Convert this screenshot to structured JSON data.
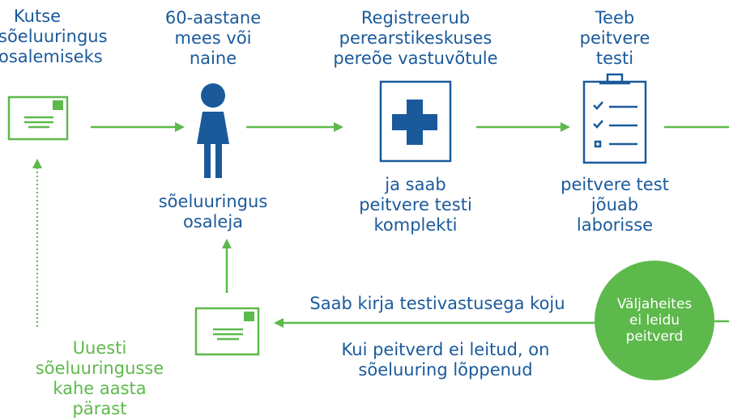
{
  "steps": {
    "invite_label": [
      "Kutse",
      "sõeluuringus",
      "osalemiseks"
    ],
    "participant_top": [
      "60-aastane",
      "mees või",
      "naine"
    ],
    "participant_bottom": [
      "sõeluuringus",
      "osaleja"
    ],
    "register_top": [
      "Registreerub",
      "perearstikeskuses",
      "pereõe vastuvõtule"
    ],
    "register_bottom": [
      "ja saab",
      "peitvere testi",
      "komplekti"
    ],
    "test_top": [
      "Teeb",
      "peitvere",
      "testi"
    ],
    "test_bottom": [
      "peitvere test",
      "jõuab",
      "laborisse"
    ],
    "result_label": "Saab kirja testivastusega koju",
    "result_note": [
      "Kui peitverd ei leitud, on",
      "sõeluuring lõppenud"
    ],
    "circle": [
      "Väljaheites",
      "ei leidu",
      "peitverd"
    ],
    "repeat_label": [
      "Uuesti",
      "sõeluuringusse",
      "kahe aasta",
      "pärast"
    ]
  },
  "colors": {
    "green": "#5db94b",
    "blue": "#1a5a9b",
    "circle": "#5db94b",
    "dotted_start": "#5db94b",
    "dotted_end": "#e8a33c"
  },
  "icons": {
    "envelope": "envelope-icon",
    "person": "person-icon",
    "medical_cross": "medical-cross-icon",
    "clipboard": "clipboard-checklist-icon"
  }
}
